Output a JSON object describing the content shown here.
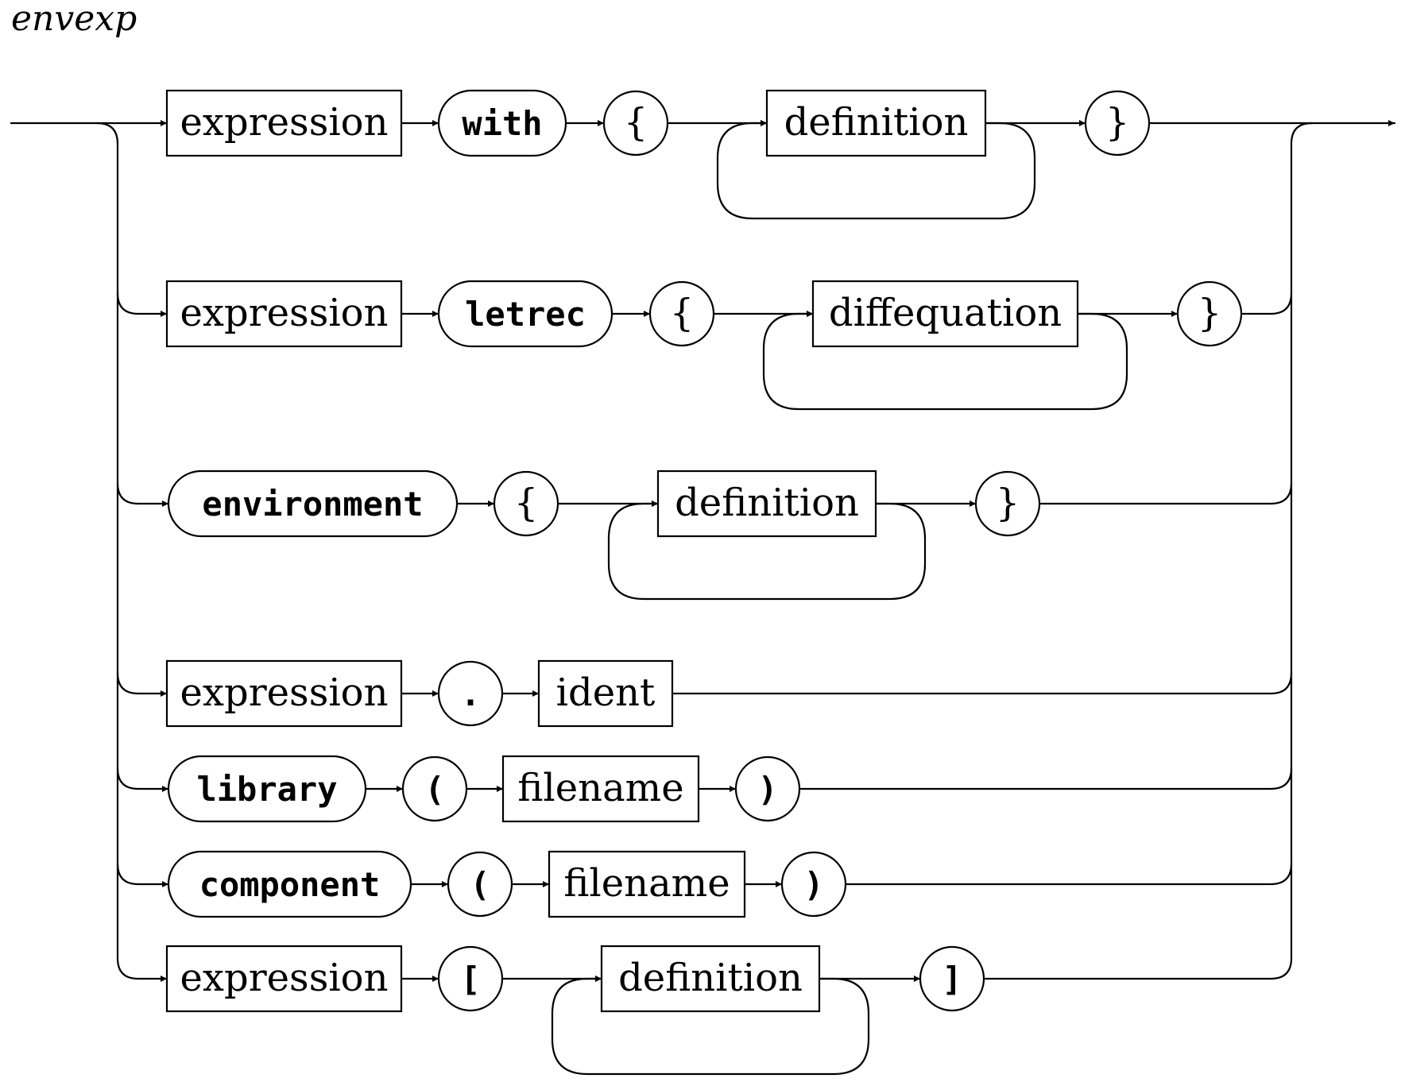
{
  "diagram": {
    "title": "envexp",
    "alternatives": [
      {
        "items": [
          {
            "kind": "nonterminal",
            "text": "expression"
          },
          {
            "kind": "keyword",
            "text": "with"
          },
          {
            "kind": "symbol",
            "text": "{"
          },
          {
            "kind": "loop",
            "text": "definition"
          },
          {
            "kind": "symbol",
            "text": "}"
          }
        ]
      },
      {
        "items": [
          {
            "kind": "nonterminal",
            "text": "expression"
          },
          {
            "kind": "keyword",
            "text": "letrec"
          },
          {
            "kind": "symbol",
            "text": "{"
          },
          {
            "kind": "loop",
            "text": "diffequation"
          },
          {
            "kind": "symbol",
            "text": "}"
          }
        ]
      },
      {
        "items": [
          {
            "kind": "keyword",
            "text": "environment"
          },
          {
            "kind": "symbol",
            "text": "{"
          },
          {
            "kind": "loop",
            "text": "definition"
          },
          {
            "kind": "symbol",
            "text": "}"
          }
        ]
      },
      {
        "items": [
          {
            "kind": "nonterminal",
            "text": "expression"
          },
          {
            "kind": "tsymbol",
            "text": "."
          },
          {
            "kind": "nonterminal",
            "text": "ident"
          }
        ]
      },
      {
        "items": [
          {
            "kind": "keyword",
            "text": "library"
          },
          {
            "kind": "tsymbol",
            "text": "("
          },
          {
            "kind": "nonterminal",
            "text": "filename"
          },
          {
            "kind": "tsymbol",
            "text": ")"
          }
        ]
      },
      {
        "items": [
          {
            "kind": "keyword",
            "text": "component"
          },
          {
            "kind": "tsymbol",
            "text": "("
          },
          {
            "kind": "nonterminal",
            "text": "filename"
          },
          {
            "kind": "tsymbol",
            "text": ")"
          }
        ]
      },
      {
        "items": [
          {
            "kind": "nonterminal",
            "text": "expression"
          },
          {
            "kind": "tsymbol",
            "text": "["
          },
          {
            "kind": "loop",
            "text": "definition"
          },
          {
            "kind": "tsymbol",
            "text": "]"
          }
        ]
      }
    ]
  }
}
